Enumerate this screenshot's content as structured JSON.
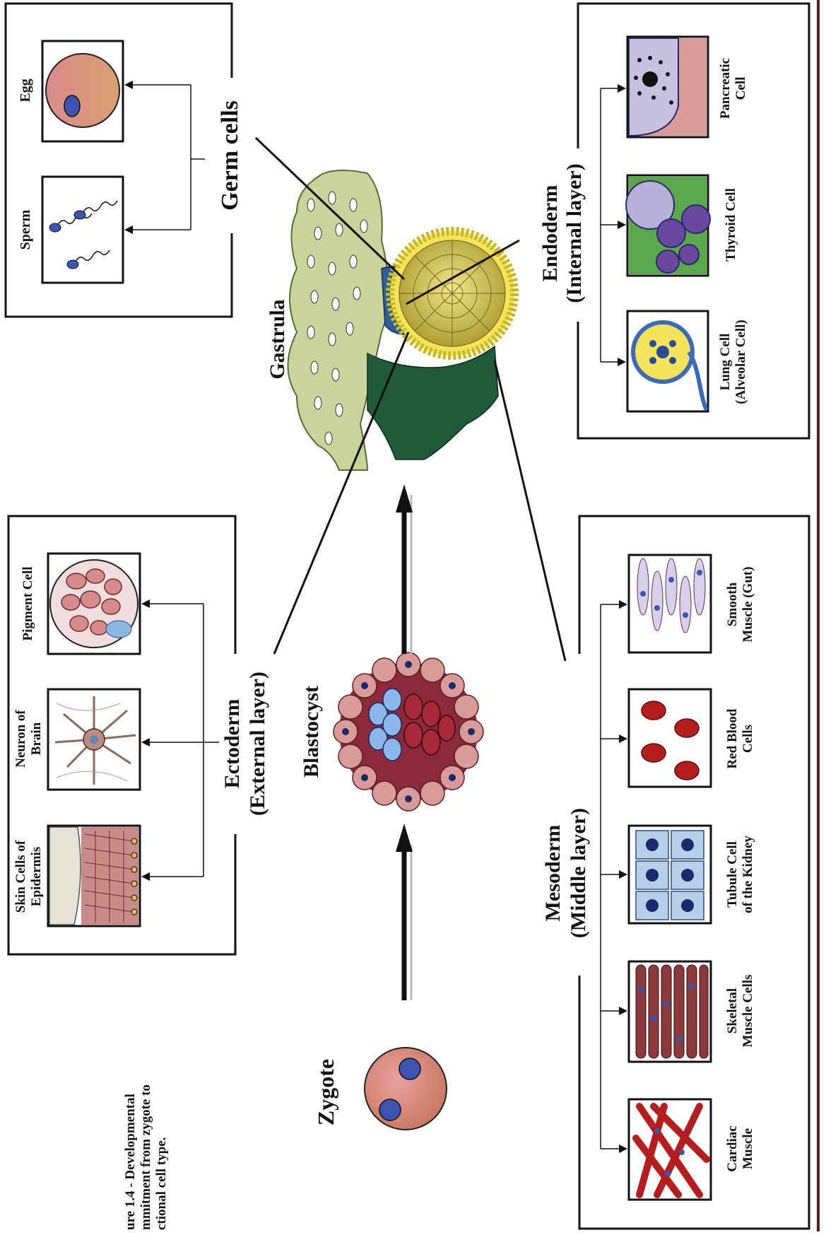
{
  "caption": {
    "lines": [
      "ure  1.4  -  Developmental",
      "mmitment  from  zygote  to",
      "ctional cell type."
    ]
  },
  "stages": {
    "zygote": "Zygote",
    "blastocyst": "Blastocyst",
    "gastrula": "Gastrula"
  },
  "germ_cells": {
    "heading": "Germ cells",
    "items": [
      {
        "label": "Sperm"
      },
      {
        "label": "Egg"
      }
    ]
  },
  "ectoderm": {
    "heading": "Ectoderm",
    "subheading": "(External layer)",
    "items": [
      {
        "label_lines": [
          "Skin Cells of",
          "Epidermis"
        ]
      },
      {
        "label_lines": [
          "Neuron of",
          "Brain"
        ]
      },
      {
        "label_lines": [
          "Pigment Cell"
        ]
      }
    ]
  },
  "endoderm": {
    "heading": "Endoderm",
    "subheading": "(Internal layer)",
    "items": [
      {
        "label_lines": [
          "Lung Cell",
          "(Alveolar Cell)"
        ]
      },
      {
        "label_lines": [
          "Thyroid Cell"
        ]
      },
      {
        "label_lines": [
          "Pancreatic",
          "Cell"
        ]
      }
    ]
  },
  "mesoderm": {
    "heading": "Mesoderm",
    "subheading": "(Middle layer)",
    "items": [
      {
        "label_lines": [
          "Cardiac",
          "Muscle"
        ]
      },
      {
        "label_lines": [
          "Skeletal",
          "Muscle Cells"
        ]
      },
      {
        "label_lines": [
          "Tubule Cell",
          "of the Kidney"
        ]
      },
      {
        "label_lines": [
          "Red Blood",
          "Cells"
        ]
      },
      {
        "label_lines": [
          "Smooth",
          "Muscle (Gut)"
        ]
      }
    ]
  },
  "colors": {
    "cell_pink": "#d98a8a",
    "nucleus_blue": "#2f4fa8",
    "gastrula_green": "#c8d49a",
    "endoderm_dark": "#1f5a3a",
    "yolk": "#d8c85a",
    "blood_red": "#b41e1e"
  }
}
